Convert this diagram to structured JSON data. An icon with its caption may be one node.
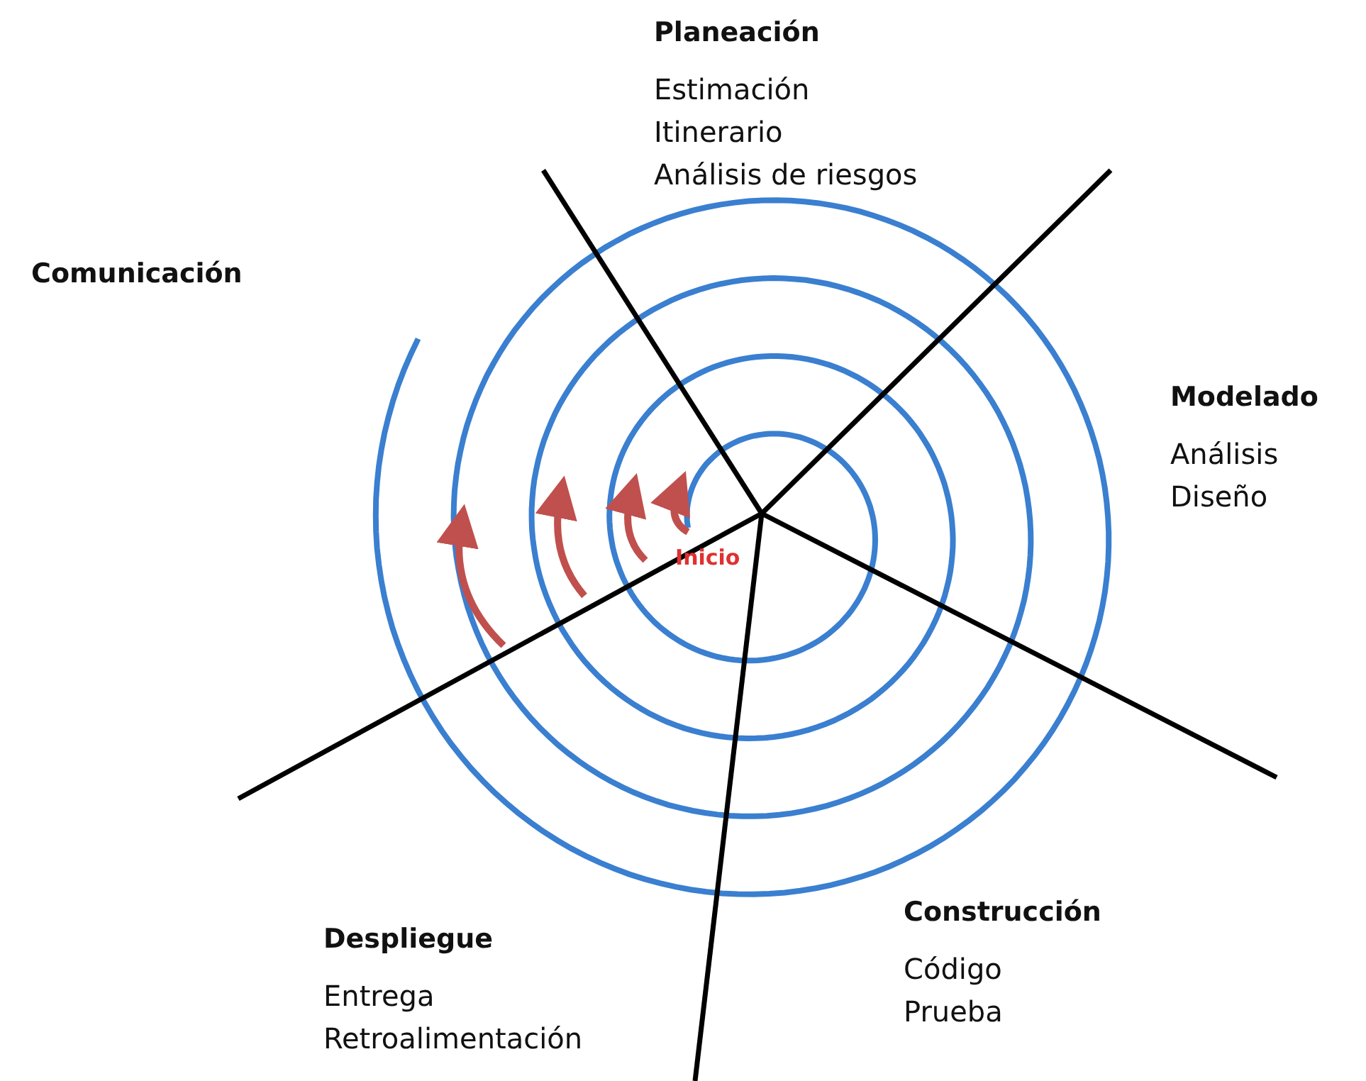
{
  "diagram": {
    "labels": [
      "Planeación",
      "Estimación",
      "Itinerario",
      "Análisis de riesgos",
      "Comunicación",
      "Modelado",
      "Análisis",
      "Diseño",
      "Inicio",
      "Despliegue",
      "Entrega",
      "Retroalimentación",
      "Construcción",
      "Código",
      "Prueba"
    ]
  }
}
